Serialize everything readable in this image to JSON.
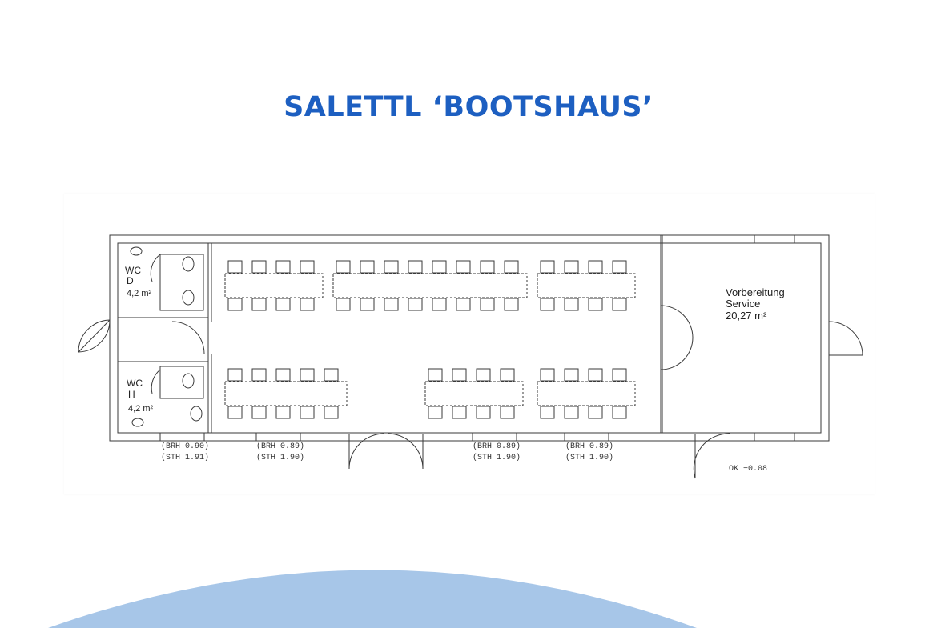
{
  "page": {
    "title": "SALETTL ‘BOOTSHAUS’"
  },
  "plan": {
    "rooms": {
      "wc_d": {
        "name": "WC",
        "letter": "D",
        "area": "4,2 m²"
      },
      "wc_h": {
        "name": "WC",
        "letter": "H",
        "area": "4,2 m²"
      },
      "service": {
        "name_1": "Vorbereitung",
        "name_2": "Service",
        "area": "20,27 m²"
      }
    },
    "windows": [
      {
        "brh": "(BRH  0.90)",
        "sth": "(STH  1.91)"
      },
      {
        "brh": "(BRH  0.89)",
        "sth": "(STH  1.90)"
      },
      {
        "brh": "(BRH  0.89)",
        "sth": "(STH  1.90)"
      },
      {
        "brh": "(BRH  0.89)",
        "sth": "(STH  1.90)"
      }
    ],
    "level": "OK  −0.08"
  },
  "colors": {
    "title": "#1d5fc1",
    "arc": "#a7c6e8",
    "line": "#3a3a3a"
  }
}
